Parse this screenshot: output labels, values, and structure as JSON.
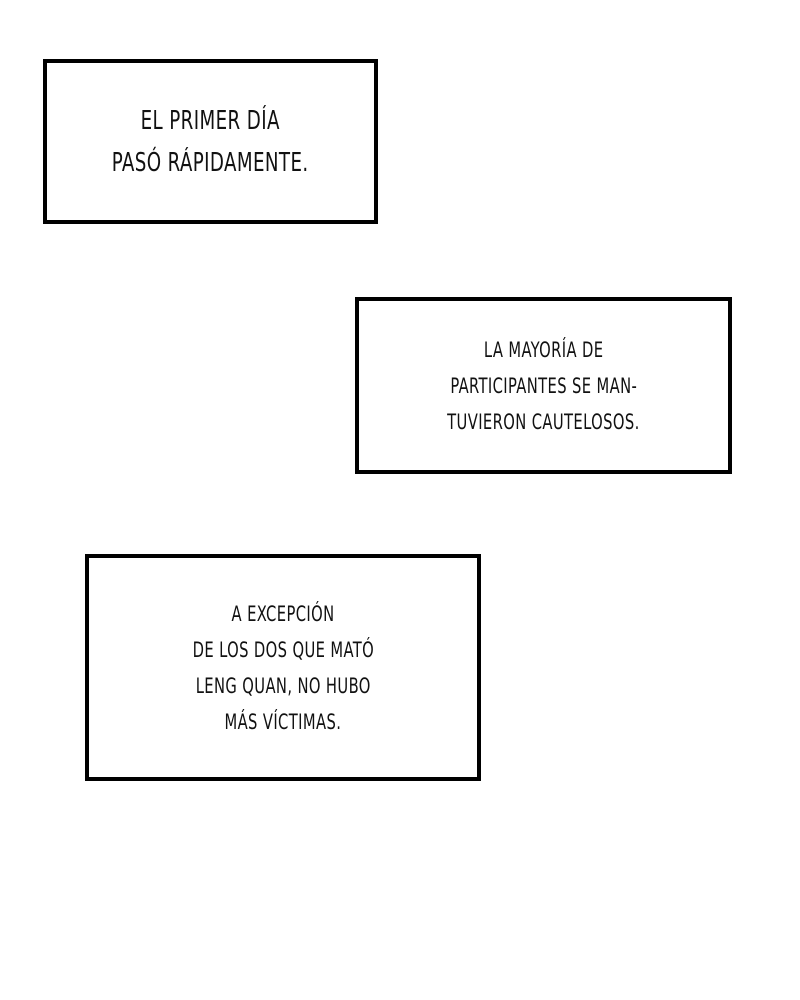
{
  "captions": [
    {
      "lines": [
        "EL PRIMER DÍA",
        "PASÓ RÁPIDAMENTE."
      ]
    },
    {
      "lines": [
        "LA MAYORÍA DE",
        "PARTICIPANTES SE MAN-",
        "TUVIERON CAUTELOSOS."
      ]
    },
    {
      "lines": [
        "A EXCEPCIÓN",
        "DE LOS DOS QUE MATÓ",
        "LENG QUAN, NO HUBO",
        "MÁS VÍCTIMAS."
      ]
    }
  ]
}
